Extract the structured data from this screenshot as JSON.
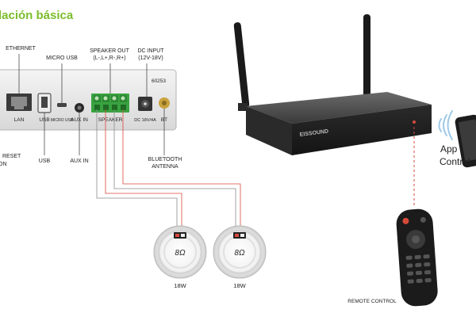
{
  "title": "lación básica",
  "device": {
    "model": "60253",
    "top_labels": {
      "ethernet": "ETHERNET",
      "micro_usb": "MICRO USB",
      "speaker_out_1": "SPEAKER OUT",
      "speaker_out_2": "(L-,L+,R-,R+)",
      "dc_input_1": "DC INPUT",
      "dc_input_2": "(12V-18V)"
    },
    "port_labels": {
      "lan": "LAN",
      "usb": "USB",
      "micro_usb": "MICRO USB",
      "aux_in": "AUX IN",
      "speaker": "SPEAKER",
      "dc": "DC 18V/4A",
      "bt": "BT"
    },
    "bottom_labels": {
      "reset_1": "RESET",
      "reset_2": "ON",
      "usb": "USB",
      "aux_in": "AUX IN",
      "bluetooth_1": "BLUETOOTH",
      "bluetooth_2": "ANTENNA"
    }
  },
  "speakers": [
    {
      "impedance": "8Ω",
      "power": "18W"
    },
    {
      "impedance": "8Ω",
      "power": "18W"
    }
  ],
  "amplifier": {
    "brand": "EISSOUND"
  },
  "app_control": {
    "line1": "App",
    "line2": "Control"
  },
  "remote": {
    "label": "REMOTE CONTROL"
  },
  "colors": {
    "title": "#7bbd2b",
    "terminal_green": "#3aa241",
    "wire_red": "#d64a3a",
    "wire_gray": "#8a8a8a"
  }
}
